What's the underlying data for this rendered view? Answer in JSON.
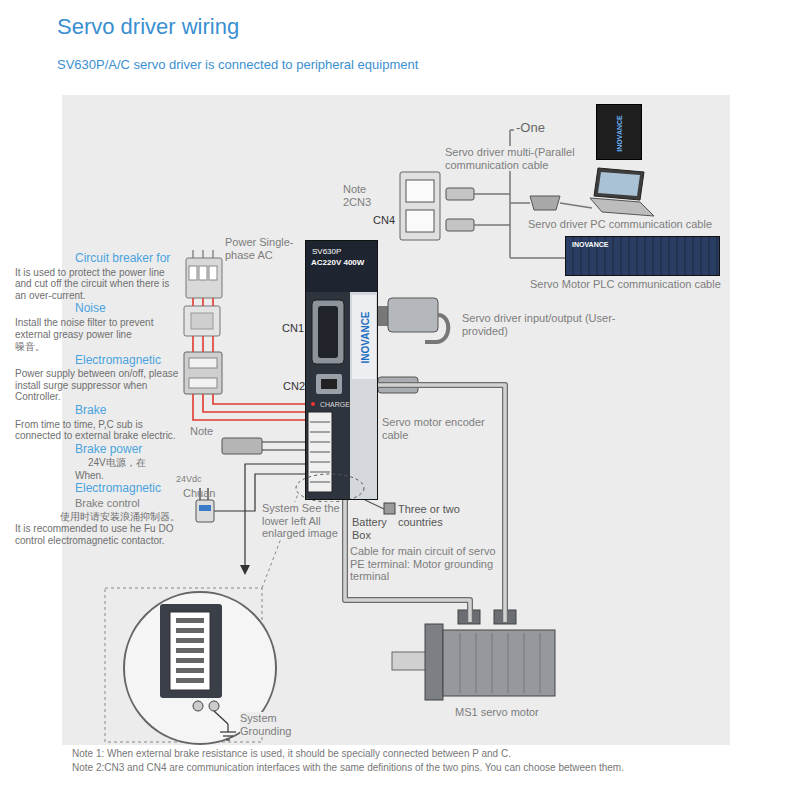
{
  "diagram": {
    "title": "Servo driver wiring",
    "nodes": [
      {
        "text": [
          "INOVANCE"
        ]
      },
      {
        "text": [
          "INOVANCE"
        ]
      },
      {
        "text": [
          "SV630P",
          "AC220V 400W",
          "INOVANCE",
          "CHARGE"
        ]
      },
      {
        "text": [
          "MS1 servo motor"
        ]
      }
    ],
    "edges": [
      {
        "from": 2,
        "to": 3,
        "arrow": "none"
      },
      {
        "from": 2,
        "to": 3,
        "arrow": "none"
      }
    ],
    "labels": [
      "SV630P/A/C servo driver is connected to peripheral equipment",
      "Power Single-phase AC",
      "Circuit breaker for",
      "It is used to protect the power line and cut off the circuit when there is an over-current.",
      "Noise",
      "Install the noise filter to prevent external greasy power line",
      "噪音。",
      "Electromagnetic",
      "Power supply between on/off, please install surge suppressor when Controller.",
      "Brake",
      "From time to time, P,C sub is connected to external brake electric.",
      "Brake power",
      "24V电源，在",
      "When.",
      "Electromagnetic",
      "Brake control",
      "使用时请安装浪涌抑制器。",
      "It is recommended to use he Fu DO control electromagnetic contactor.",
      "Note",
      "24Vdc",
      "Chuan",
      "Note 2CN3",
      "CN4",
      "CN1",
      "CN2",
      "-One",
      "Servo driver multi-(Parallel communication cable",
      "Servo driver PC communication cable",
      "Servo Motor PLC communication cable",
      "Servo driver input/output (User-provided)",
      "Servo motor encoder cable",
      "System See the lower left All enlarged image",
      "Battery Box",
      "Three or two countries",
      "Cable for main circuit of servo PE terminal: Motor grounding terminal",
      "System Grounding",
      "Note 1: When external brake resistance is used, it should be specially connected between P and C.",
      "Note 2:CN3 and CN4 are communication interfaces with the same definitions of the two pins. You can choose between them."
    ]
  }
}
